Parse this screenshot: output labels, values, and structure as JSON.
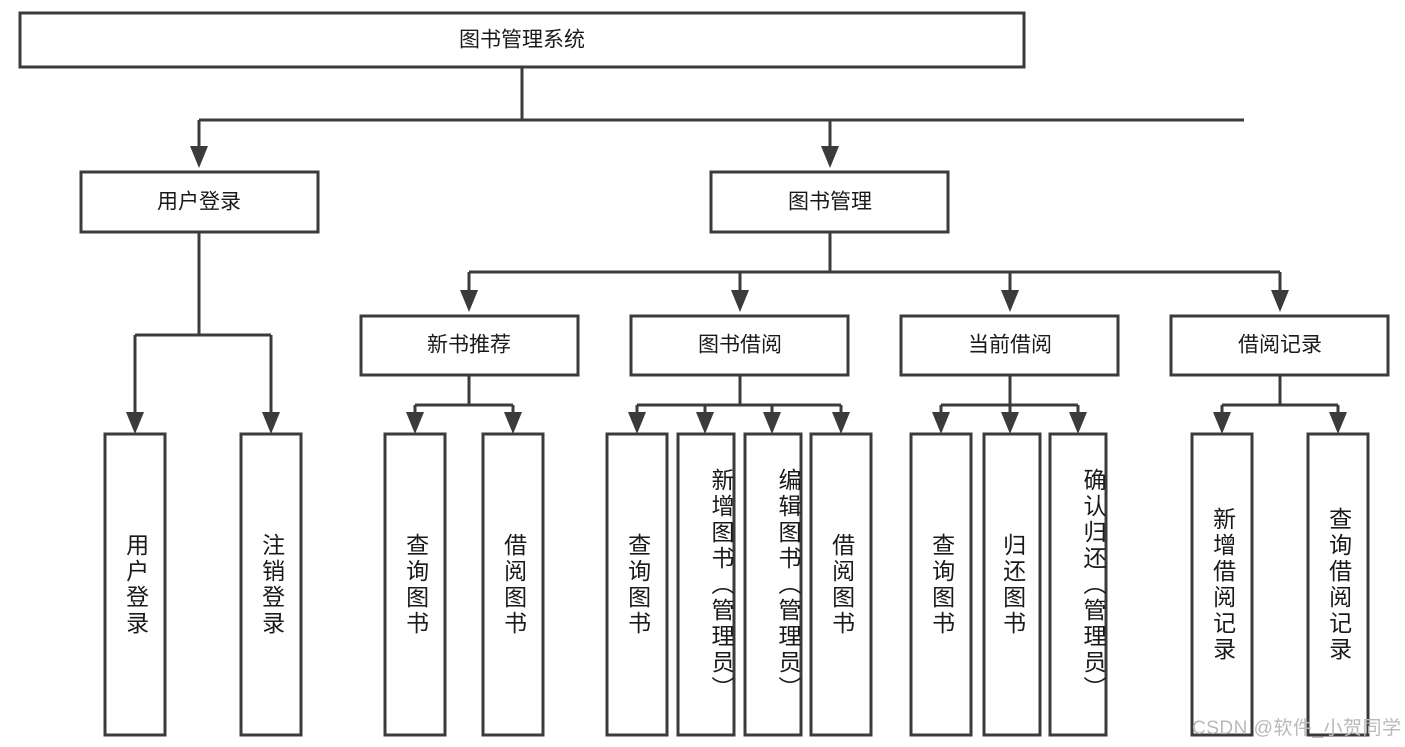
{
  "diagram": {
    "title": "图书管理系统",
    "type": "tree-hierarchy-chart",
    "colors": {
      "box_stroke": "#3b3b3b",
      "box_fill": "#ffffff",
      "text": "#1a1a1a",
      "background": "#ffffff",
      "watermark": "#b9b9b9"
    },
    "root": {
      "label": "图书管理系统"
    },
    "level2": [
      {
        "label": "用户登录"
      },
      {
        "label": "图书管理"
      }
    ],
    "level3": [
      {
        "label": "新书推荐"
      },
      {
        "label": "图书借阅"
      },
      {
        "label": "当前借阅"
      },
      {
        "label": "借阅记录"
      }
    ],
    "leaves": {
      "user_login": [
        {
          "label": "用户登录"
        },
        {
          "label": "注销登录"
        }
      ],
      "new_book_recommend": [
        {
          "label": "查询图书"
        },
        {
          "label": "借阅图书"
        }
      ],
      "book_borrow": [
        {
          "label": "查询图书"
        },
        {
          "label": "新增图书（管理员）"
        },
        {
          "label": "编辑图书（管理员）"
        },
        {
          "label": "借阅图书"
        }
      ],
      "current_borrow": [
        {
          "label": "查询图书"
        },
        {
          "label": "归还图书"
        },
        {
          "label": "确认归还（管理员）"
        }
      ],
      "borrow_record": [
        {
          "label": "新增借阅记录"
        },
        {
          "label": "查询借阅记录"
        }
      ]
    }
  },
  "watermark": {
    "text": "CSDN @软件_小贺同学"
  }
}
